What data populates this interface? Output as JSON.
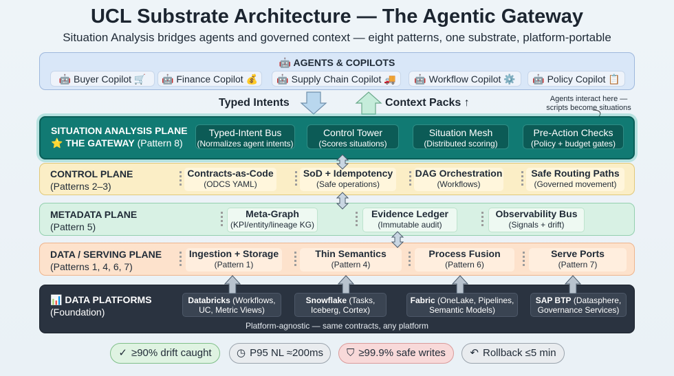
{
  "title": "UCL Substrate Architecture — The Agentic Gateway",
  "subtitle": "Situation Analysis bridges agents and governed context — eight patterns, one substrate, platform-portable",
  "agents": {
    "title": "🤖 AGENTS & COPILOTS",
    "items": [
      {
        "label": "🤖 Buyer Copilot 🛒"
      },
      {
        "label": "🤖 Finance Copilot 💰"
      },
      {
        "label": "🤖 Supply Chain Copilot 🚚"
      },
      {
        "label": "🤖 Workflow Copilot ⚙️"
      },
      {
        "label": "🤖 Policy Copilot 📋"
      }
    ]
  },
  "flows": {
    "down": "Typed Intents",
    "up": "Context Packs ↑"
  },
  "note": {
    "line1": "Agents interact here —",
    "line2": "scripts become situations"
  },
  "gateway": {
    "label1": "SITUATION ANALYSIS PLANE",
    "label2": "⭐ THE GATEWAY",
    "label2_suffix": "(Pattern 8)",
    "boxes": [
      {
        "title": "Typed-Intent Bus",
        "sub": "(Normalizes agent intents)"
      },
      {
        "title": "Control Tower",
        "sub": "(Scores situations)"
      },
      {
        "title": "Situation Mesh",
        "sub": "(Distributed scoring)"
      },
      {
        "title": "Pre-Action Checks",
        "sub": "(Policy + budget gates)"
      }
    ]
  },
  "control": {
    "label1": "CONTROL PLANE",
    "label2": "(Patterns 2–3)",
    "boxes": [
      {
        "title": "Contracts-as-Code",
        "sub": "(ODCS YAML)"
      },
      {
        "title": "SoD + Idempotency",
        "sub": "(Safe operations)"
      },
      {
        "title": "DAG Orchestration",
        "sub": "(Workflows)"
      },
      {
        "title": "Safe Routing Paths",
        "sub": "(Governed movement)"
      }
    ]
  },
  "metadata": {
    "label1": "METADATA PLANE",
    "label2": "(Pattern 5)",
    "boxes": [
      {
        "title": "Meta-Graph",
        "sub": "(KPI/entity/lineage KG)"
      },
      {
        "title": "Evidence Ledger",
        "sub": "(Immutable audit)"
      },
      {
        "title": "Observability Bus",
        "sub": "(Signals + drift)"
      }
    ]
  },
  "data": {
    "label1": "DATA / SERVING PLANE",
    "label2": "(Patterns 1, 4, 6, 7)",
    "boxes": [
      {
        "title": "Ingestion + Storage",
        "sub": "(Pattern 1)"
      },
      {
        "title": "Thin Semantics",
        "sub": "(Pattern 4)"
      },
      {
        "title": "Process Fusion",
        "sub": "(Pattern 6)"
      },
      {
        "title": "Serve Ports",
        "sub": "(Pattern 7)"
      }
    ]
  },
  "platforms": {
    "label1": "📊 DATA PLATFORMS",
    "label2": "(Foundation)",
    "boxes": [
      {
        "name": "Databricks",
        "line1": " (Workflows,",
        "line2": "UC, Metric Views)"
      },
      {
        "name": "Snowflake",
        "line1": " (Tasks,",
        "line2": "Iceberg, Cortex)"
      },
      {
        "name": "Fabric",
        "line1": " (OneLake, Pipelines,",
        "line2": "Semantic Models)"
      },
      {
        "name": "SAP BTP",
        "line1": " (Datasphere,",
        "line2": "Governance Services)"
      }
    ],
    "footer": "Platform-agnostic — same contracts, any platform"
  },
  "badges": [
    {
      "icon": "✓",
      "label": "≥90% drift caught",
      "color": "#dff3e2"
    },
    {
      "icon": "◷",
      "label": "P95 NL ≈200ms",
      "color": "#e9ecef"
    },
    {
      "icon": "⛉",
      "label": "≥99.9% safe writes",
      "color": "#f8d9d9"
    },
    {
      "icon": "↶",
      "label": "Rollback ≤5 min",
      "color": "#e9ecef"
    }
  ]
}
